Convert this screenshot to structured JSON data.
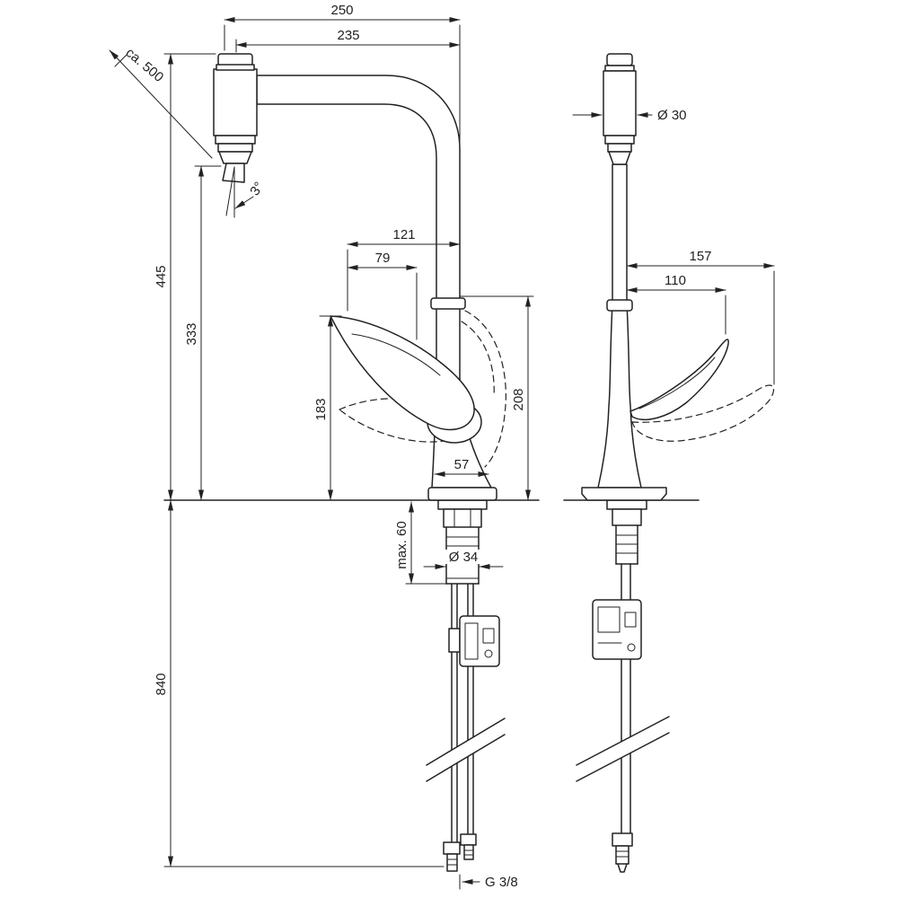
{
  "drawing": {
    "background": "#ffffff",
    "line_color": "#222222",
    "dims": {
      "d250": "250",
      "d235": "235",
      "ca500": "ca. 500",
      "angle3": "3°",
      "d445": "445",
      "d333": "333",
      "d121": "121",
      "d79": "79",
      "d183": "183",
      "d208": "208",
      "d57": "57",
      "dia30": "Ø 30",
      "d157": "157",
      "d110": "110",
      "dia34": "Ø 34",
      "max60": "max. 60",
      "d840": "840",
      "thread": "G 3/8"
    }
  }
}
